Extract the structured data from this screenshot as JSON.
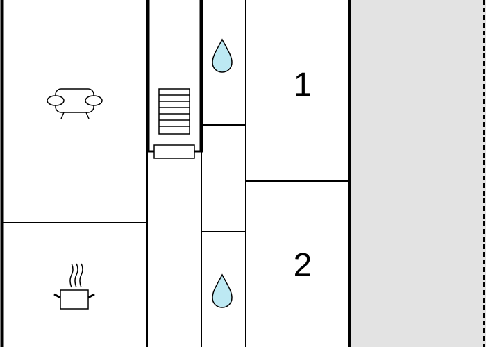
{
  "floorplan": {
    "colors": {
      "wall": "#000000",
      "background": "#ffffff",
      "outdoor_area": "#e3e3e3",
      "water_drop": "#bde9f3"
    },
    "rooms": [
      {
        "name": "living-room",
        "icon": "sofa-icon"
      },
      {
        "name": "kitchen",
        "icon": "cooking-pot-icon"
      },
      {
        "name": "staircase",
        "icon": "stairs-icon"
      },
      {
        "name": "bathroom-upper",
        "icon": "water-drop-icon"
      },
      {
        "name": "bathroom-lower",
        "icon": "water-drop-icon"
      },
      {
        "name": "bedroom-1",
        "number": "1"
      },
      {
        "name": "bedroom-2",
        "number": "2"
      }
    ]
  }
}
